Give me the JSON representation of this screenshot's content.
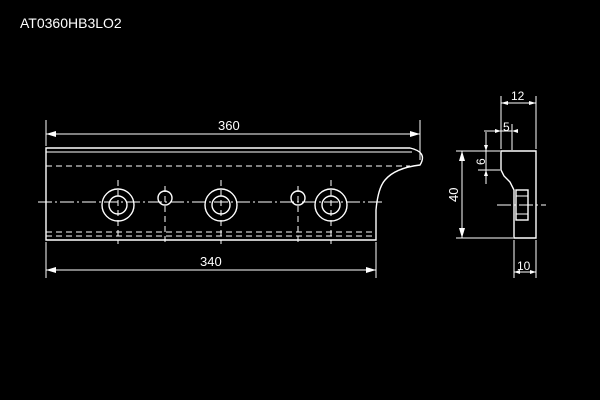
{
  "drawing": {
    "part_number": "AT0360HB3LO2",
    "dimensions": {
      "overall_length": "360",
      "hole_span": "340",
      "side_width": "12",
      "side_step": "5",
      "side_lip": "6",
      "side_height": "40",
      "side_base": "10"
    }
  }
}
